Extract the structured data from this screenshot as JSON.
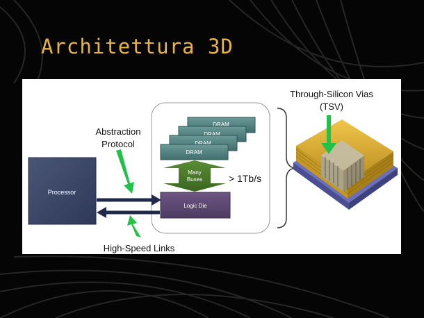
{
  "slide": {
    "title": "Architettura 3D"
  },
  "diagram": {
    "processor_label": "Processor",
    "logic_die_label": "Logic Die",
    "dram_labels": [
      "DRAM",
      "DRAM",
      "DRAM",
      "DRAM"
    ],
    "buses_line1": "Many",
    "buses_line2": "Buses",
    "bandwidth_label": "> 1Tb/s",
    "abstraction_line1": "Abstraction",
    "abstraction_line2": "Protocol",
    "links_label": "High-Speed Links",
    "tsv_line1": "Through-Silicon Vias",
    "tsv_line2": "(TSV)"
  },
  "colors": {
    "title": "#e8b43a",
    "processor": "#3d4a6b",
    "logic_die": "#5f4a75",
    "dram": "#4f7f7d",
    "buses": "#4b7a2a",
    "green_arrow": "#22c14a",
    "link_arrow": "#1f2a4a",
    "chip_gold": "#d9ab2a",
    "chip_base": "#6b6fb8"
  }
}
